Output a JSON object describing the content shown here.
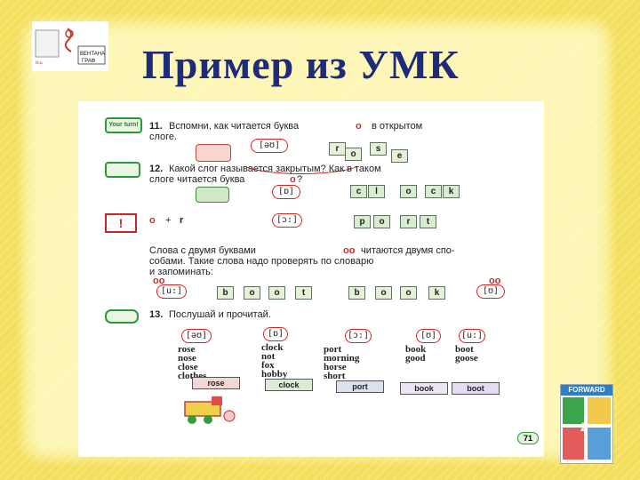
{
  "slide": {
    "title": "Пример из УМК"
  },
  "logo": {
    "small_text": "ВЕНТАНА ГРАФ"
  },
  "textbook": {
    "ex11": {
      "num": "11.",
      "text_line1": "Вспомни, как читается буква",
      "letter": "o",
      "text_line1_end": "в открытом",
      "text_line2": "слоге.",
      "sound": "[əʊ]",
      "tiles": [
        "r",
        "o",
        "s",
        "e"
      ]
    },
    "ex12": {
      "num": "12.",
      "text_line1": "Какой слог называется закрытым? Как в таком",
      "text_line2": "слоге читается буква",
      "letter": "o",
      "q": "?",
      "sound": "[ɒ]",
      "tiles": [
        "c",
        "l",
        "o",
        "c",
        "k"
      ]
    },
    "rule": {
      "formula_o": "o",
      "formula_plus": "+",
      "formula_r": "r",
      "sound": "[ɔ:]",
      "tiles": [
        "p",
        "o",
        "r",
        "t"
      ]
    },
    "note": {
      "line1": "Слова с двумя буквами",
      "oo": "oo",
      "line1_end": "читаются двумя спо-",
      "line2": "собами. Такие слова надо проверять по словарю",
      "line3": "и запоминать:",
      "sound_left": "[u:]",
      "sound_right": "[ʊ]",
      "oo_left": "oo",
      "oo_right": "oo",
      "tiles_left": [
        "b",
        "o",
        "o",
        "t"
      ],
      "tiles_right": [
        "b",
        "o",
        "o",
        "k"
      ]
    },
    "ex13": {
      "num": "13.",
      "text": "Послушай и прочитай.",
      "cols": [
        {
          "sound": "[əʊ]",
          "words": [
            "rose",
            "nose",
            "close",
            "clothes"
          ],
          "box": "rose"
        },
        {
          "sound": "[ɒ]",
          "words": [
            "clock",
            "not",
            "fox",
            "hobby"
          ],
          "box": "clock"
        },
        {
          "sound": "[ɔ:]",
          "words": [
            "port",
            "morning",
            "horse",
            "short"
          ],
          "box": "port"
        },
        {
          "sound": "[ʊ]",
          "words": [
            "book",
            "good"
          ],
          "box": "book"
        },
        {
          "sound": "[u:]",
          "words": [
            "boot",
            "goose"
          ],
          "box": "boot"
        }
      ]
    },
    "page_number": "71",
    "your_turn": "Your turn!"
  },
  "forward_logo": {
    "text": "FORWARD",
    "grade": "2"
  }
}
